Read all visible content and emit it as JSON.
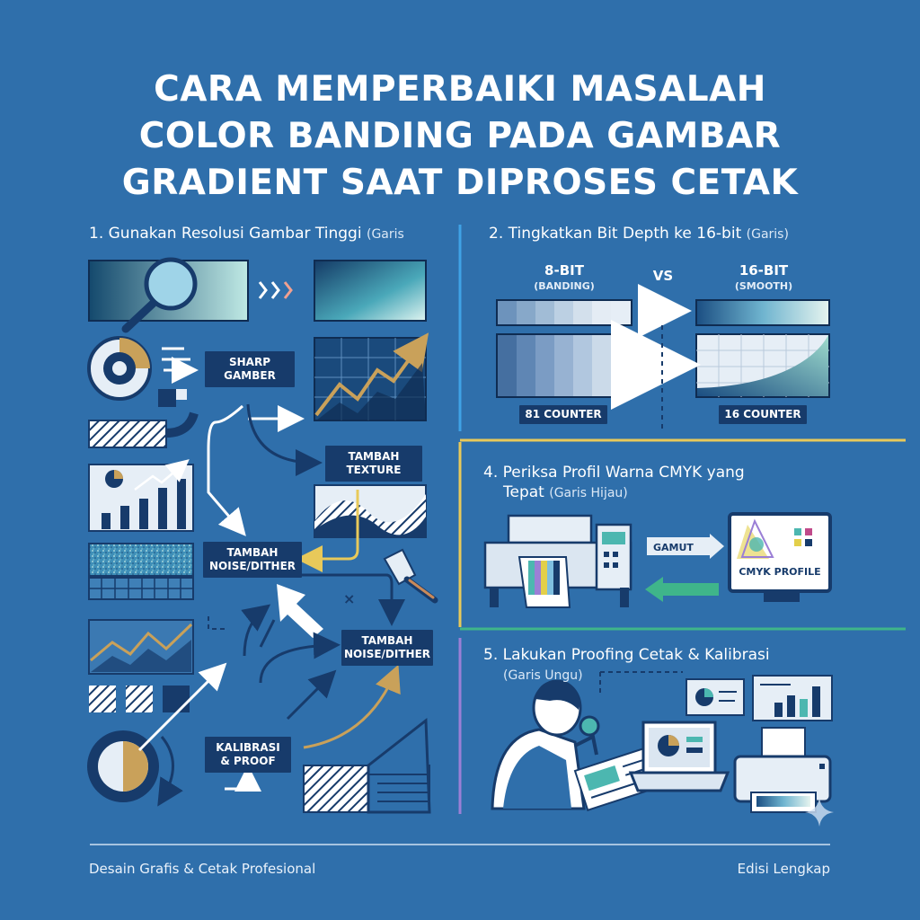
{
  "title": {
    "line1": "CARA MEMPERBAIKI MASALAH",
    "line2": "COLOR BANDING PADA GAMBAR",
    "line3": "GRADIENT SAAT DIPROSES CETAK"
  },
  "sections": {
    "s1": {
      "heading": "1. Gunakan Resolusi Gambar Tinggi",
      "note": "(Garis"
    },
    "s2": {
      "heading": "2. Tingkatkan Bit Depth ke 16-bit",
      "note": "(Garis)"
    },
    "s4": {
      "heading_a": "4. Periksa Profil Warna CMYK yang",
      "heading_b": "Tepat",
      "note": "(Garis Hijau)"
    },
    "s5": {
      "heading": "5. Lakukan Proofing Cetak & Kalibrasi",
      "note": "(Garis Ungu)"
    }
  },
  "flow": {
    "sharp": [
      "SHARP",
      "GAMBER"
    ],
    "texture": [
      "TAMBAH",
      "TEXTURE"
    ],
    "noise_left": [
      "TAMBAH",
      "NOISE/DITHER"
    ],
    "noise_right": [
      "TAMBAH",
      "NOISE/DITHER"
    ],
    "kalibrasi": [
      "KALIBRASI",
      "& PROOF"
    ],
    "cross": "×"
  },
  "bitdepth": {
    "left_title": "8-BIT",
    "left_sub": "(BANDING)",
    "vs": "VS",
    "right_title": "16-BIT",
    "right_sub": "(SMOOTH)",
    "left_counter": "81 COUNTER",
    "right_counter": "16 COUNTER"
  },
  "cmyk": {
    "gamut": "GAMUT",
    "profile": "CMYK PROFILE"
  },
  "footer": {
    "left": "Desain Grafis & Cetak Profesional",
    "right": "Edisi Lengkap"
  },
  "colors": {
    "background": "#2f6fab",
    "navy": "#173b6b",
    "divider_blue": "#3fa2e6",
    "divider_yellow": "#e8c95a",
    "divider_green": "#3fb58a",
    "divider_purple": "#9b7fd6",
    "accent_gold": "#c9a15a",
    "accent_teal": "#4cb7b0"
  },
  "icons": [
    "magnifier-icon",
    "chevron-arrows-icon",
    "pie-chart-icon",
    "bar-chart-icon",
    "line-chart-icon",
    "spatula-icon",
    "printer-icon",
    "monitor-icon",
    "laptop-icon",
    "person-loupe-icon",
    "sparkle-icon"
  ]
}
